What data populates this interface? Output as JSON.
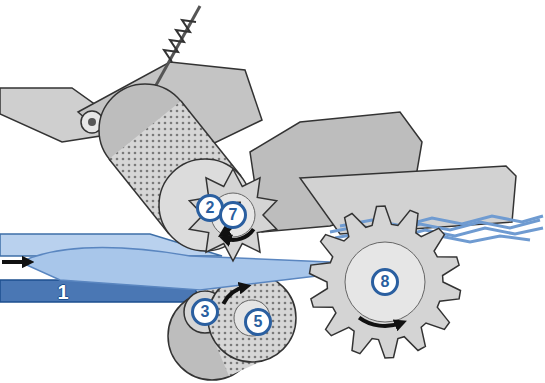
{
  "diagram": {
    "labels": [
      "2",
      "7",
      "8",
      "1",
      "3",
      "5"
    ]
  }
}
